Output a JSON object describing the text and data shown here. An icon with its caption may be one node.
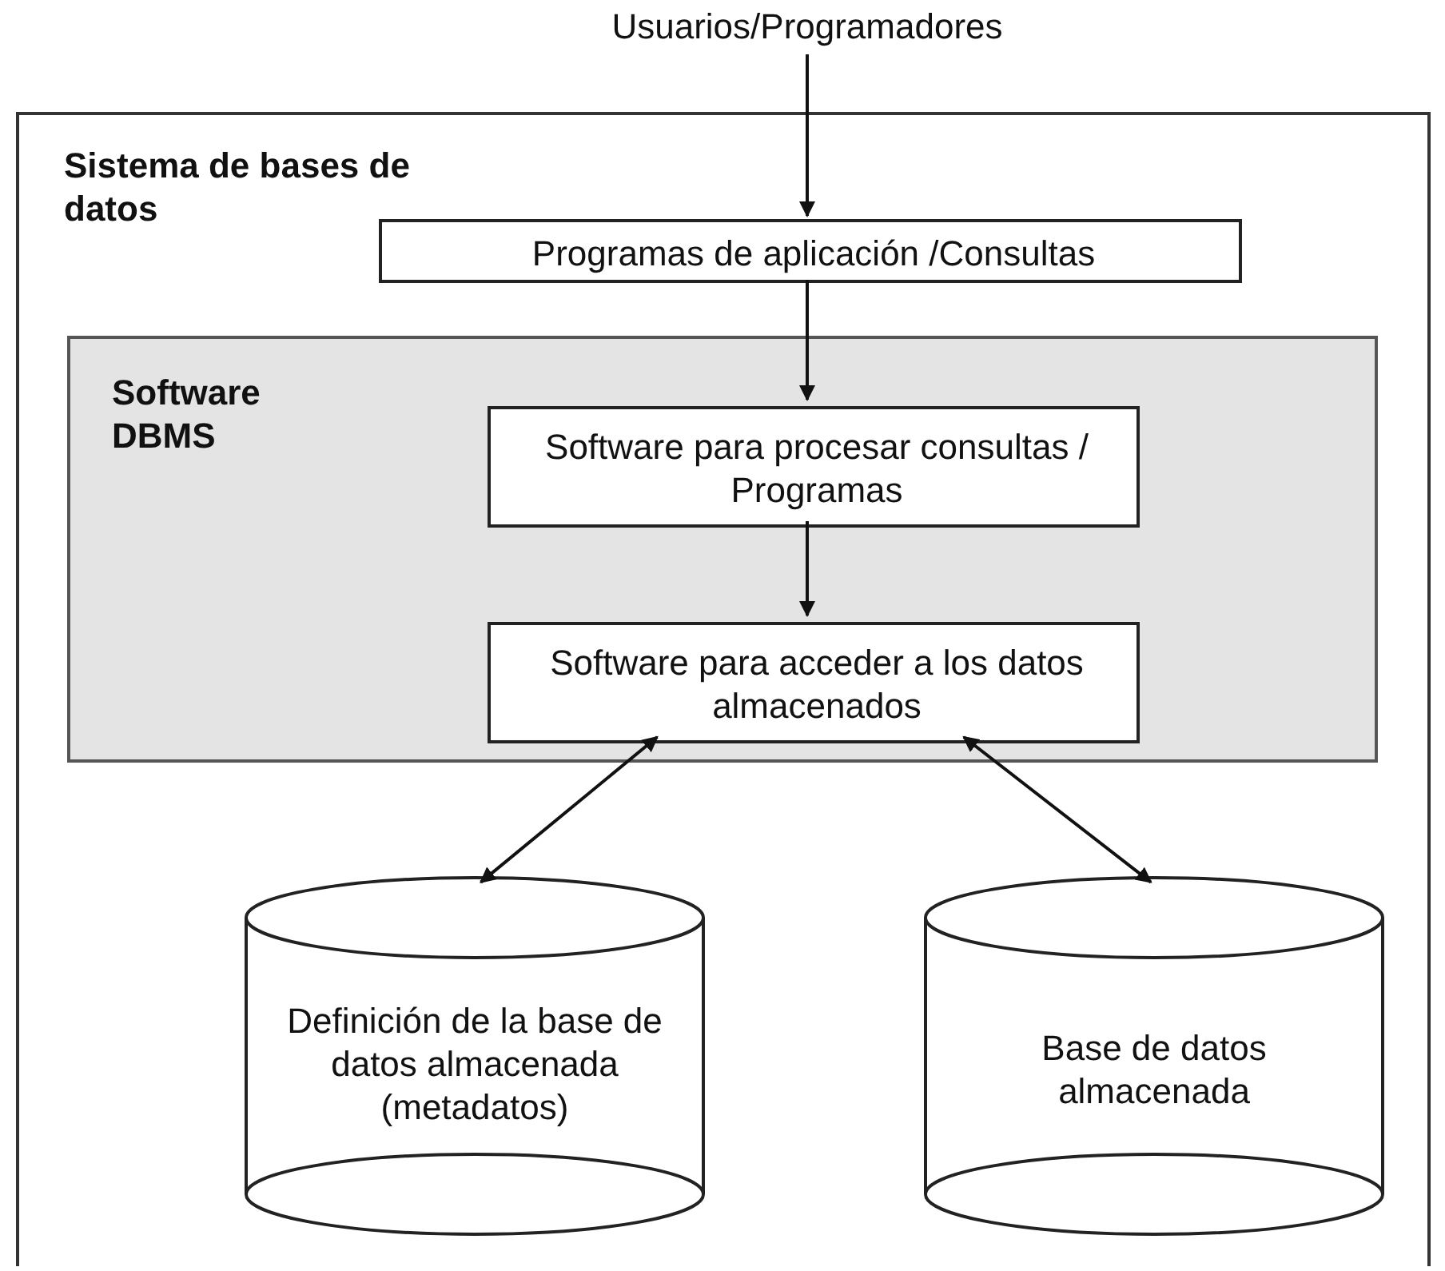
{
  "diagram": {
    "nodes": [
      {
        "text": [
          "Usuarios/Programadores"
        ]
      },
      {
        "text": [
          "Sistema de bases de datos"
        ]
      },
      {
        "text": [
          "Programas de aplicación /Consultas"
        ],
        "in": 1
      },
      {
        "text": [
          "Software DBMS"
        ],
        "in": 1
      },
      {
        "text": [
          "Software para procesar consultas / Programas"
        ],
        "in": 3
      },
      {
        "text": [
          "Software para acceder a los datos almacenados"
        ],
        "in": 3
      },
      {
        "text": [
          "Definición de la base de datos almacenada (metadatos)"
        ],
        "in": 1
      },
      {
        "text": [
          "Base de datos almacenada"
        ],
        "in": 1
      }
    ],
    "edges": [
      {
        "from": 0,
        "to": 2,
        "arrow": "to"
      },
      {
        "from": 2,
        "to": 4,
        "arrow": "to"
      },
      {
        "from": 4,
        "to": 5,
        "arrow": "to"
      },
      {
        "from": 5,
        "to": 6,
        "arrow": "both"
      },
      {
        "from": 5,
        "to": 7,
        "arrow": "both"
      }
    ]
  }
}
